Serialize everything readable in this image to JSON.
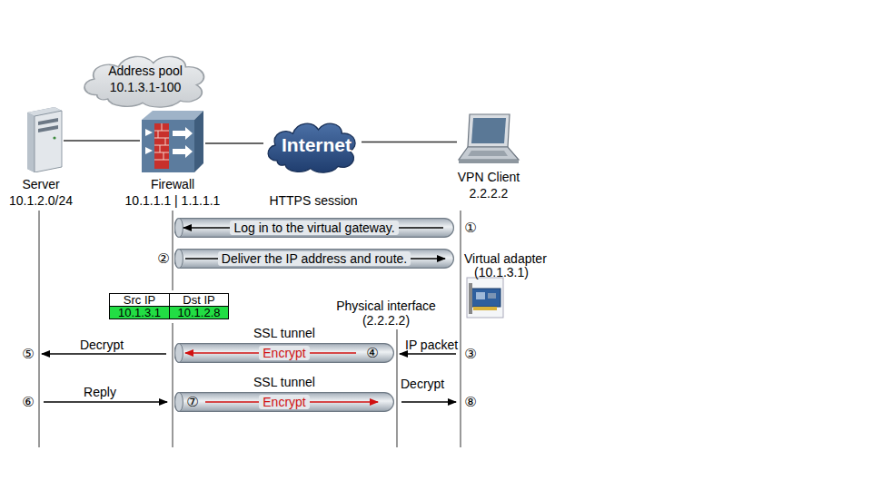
{
  "diagram": {
    "nodes": [
      {
        "text": [
          "Address pool 10.1.3.1-100"
        ]
      },
      {
        "text": [
          "Server",
          "10.1.2.0/24"
        ]
      },
      {
        "text": [
          "Firewall",
          "10.1.1.1 | 1.1.1.1"
        ]
      },
      {
        "text": [
          "Internet"
        ]
      },
      {
        "text": [
          "VPN Client",
          "2.2.2.2"
        ]
      },
      {
        "text": [
          "Log in to the virtual gateway."
        ]
      },
      {
        "text": [
          "Deliver the IP address and route."
        ]
      },
      {
        "text": [
          "SSL tunnel",
          "Encrypt"
        ]
      },
      {
        "text": [
          "SSL tunnel",
          "Encrypt"
        ]
      }
    ],
    "edges": [
      {
        "from": 1,
        "to": 2,
        "arrow": "none"
      },
      {
        "from": 2,
        "to": 3,
        "arrow": "none"
      },
      {
        "from": 3,
        "to": 4,
        "arrow": "none"
      }
    ],
    "labels": [
      "HTTPS session",
      "①",
      "②",
      "Virtual adapter",
      "(10.1.3.1)",
      "Src IP",
      "Dst IP",
      "10.1.3.1",
      "10.1.2.8",
      "Physical interface",
      "(2.2.2.2)",
      "Decrypt",
      "④",
      "IP packet",
      "③",
      "⑤",
      "Reply",
      "⑦",
      "Decrypt",
      "⑥",
      "⑧"
    ]
  }
}
